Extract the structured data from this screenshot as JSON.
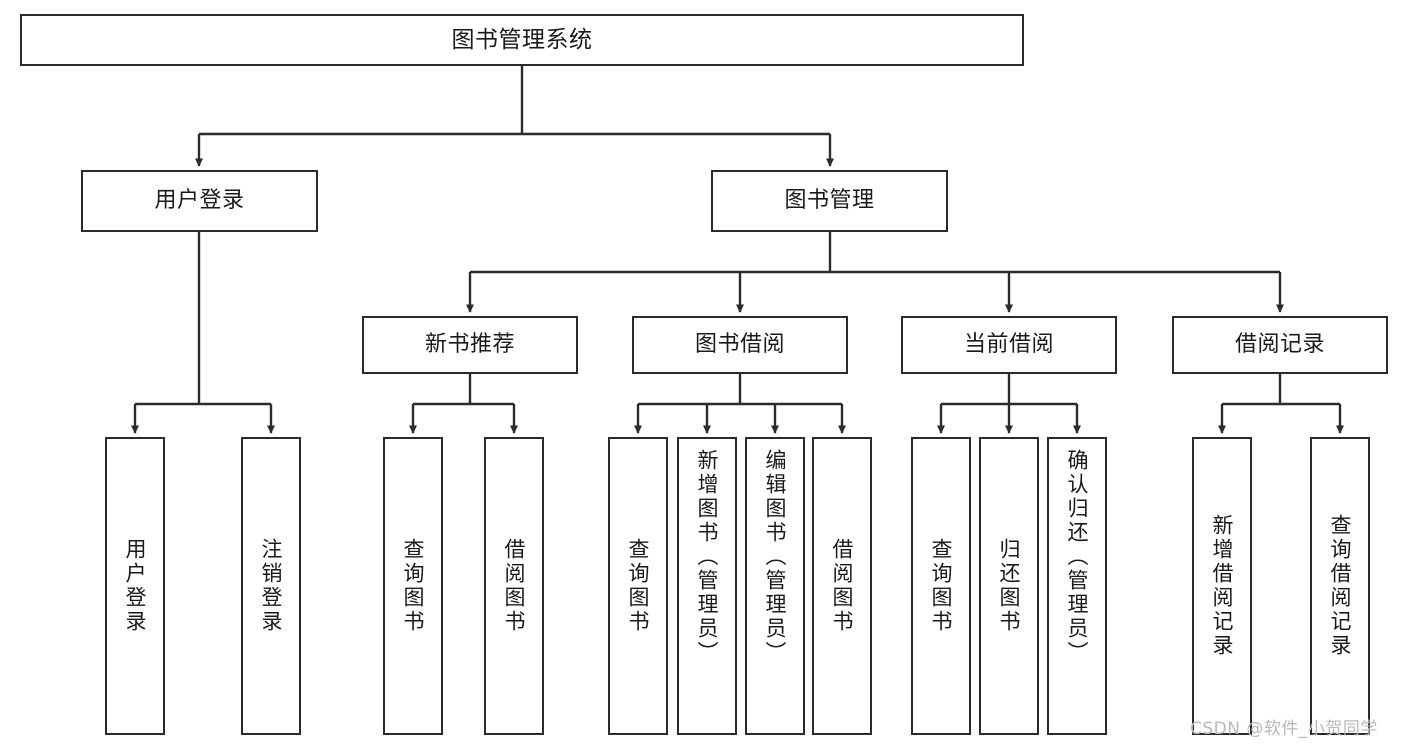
{
  "diagram": {
    "title": "图书管理系统",
    "type": "tree",
    "colors": {
      "box_border": "#2b2b2b",
      "box_fill": "#ffffff",
      "edge": "#2b2b2b",
      "text": "#1a1a1a",
      "watermark": "#b9b9b9",
      "background": "#ffffff"
    },
    "root": {
      "label": "图书管理系统"
    },
    "level1": [
      {
        "label": "用户登录"
      },
      {
        "label": "图书管理"
      }
    ],
    "level2": [
      {
        "label": "新书推荐"
      },
      {
        "label": "图书借阅"
      },
      {
        "label": "当前借阅"
      },
      {
        "label": "借阅记录"
      }
    ],
    "leaves": {
      "user_login": [
        {
          "label": "用户登录"
        },
        {
          "label": "注销登录"
        }
      ],
      "new_book_recommend": [
        {
          "label": "查询图书"
        },
        {
          "label": "借阅图书"
        }
      ],
      "book_borrow": [
        {
          "label": "查询图书"
        },
        {
          "label": "新增图书（管理员）"
        },
        {
          "label": "编辑图书（管理员）"
        },
        {
          "label": "借阅图书"
        }
      ],
      "current_borrow": [
        {
          "label": "查询图书"
        },
        {
          "label": "归还图书"
        },
        {
          "label": "确认归还（管理员）"
        }
      ],
      "borrow_record": [
        {
          "label": "新增借阅记录"
        },
        {
          "label": "查询借阅记录"
        }
      ]
    }
  },
  "watermark": {
    "text": "CSDN @软件_小贺同学"
  }
}
